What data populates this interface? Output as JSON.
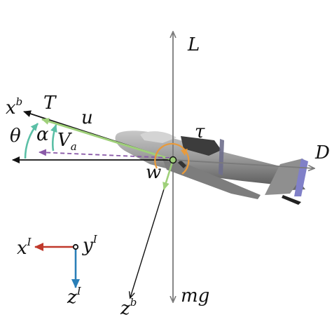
{
  "labels": {
    "L": "L",
    "D": "D",
    "T": "T",
    "u": "u",
    "w": "w",
    "tau": "τ",
    "mg": "mg",
    "theta": "θ",
    "alpha": "α",
    "Va_main": "V",
    "Va_sub": "a",
    "xb_main": "x",
    "xb_sup": "b",
    "zb_main": "z",
    "zb_sup": "b",
    "xI_main": "x",
    "xI_sup": "I",
    "yI_main": "y",
    "yI_sup": "I",
    "zI_main": "z",
    "zI_sup": "I"
  },
  "colors": {
    "force_gray": "#7a7a7a",
    "body_axis": "#111111",
    "u_green": "#9fd07a",
    "teal": "#5bbfa6",
    "va_purple": "#8a5aa8",
    "orange": "#e99a3a",
    "inertial_red": "#c0392b",
    "inertial_blue": "#2a7fb8",
    "plane_gray": "#8c8c8c",
    "plane_dark": "#4a4a4a",
    "rudder_blue": "#8080c8"
  }
}
